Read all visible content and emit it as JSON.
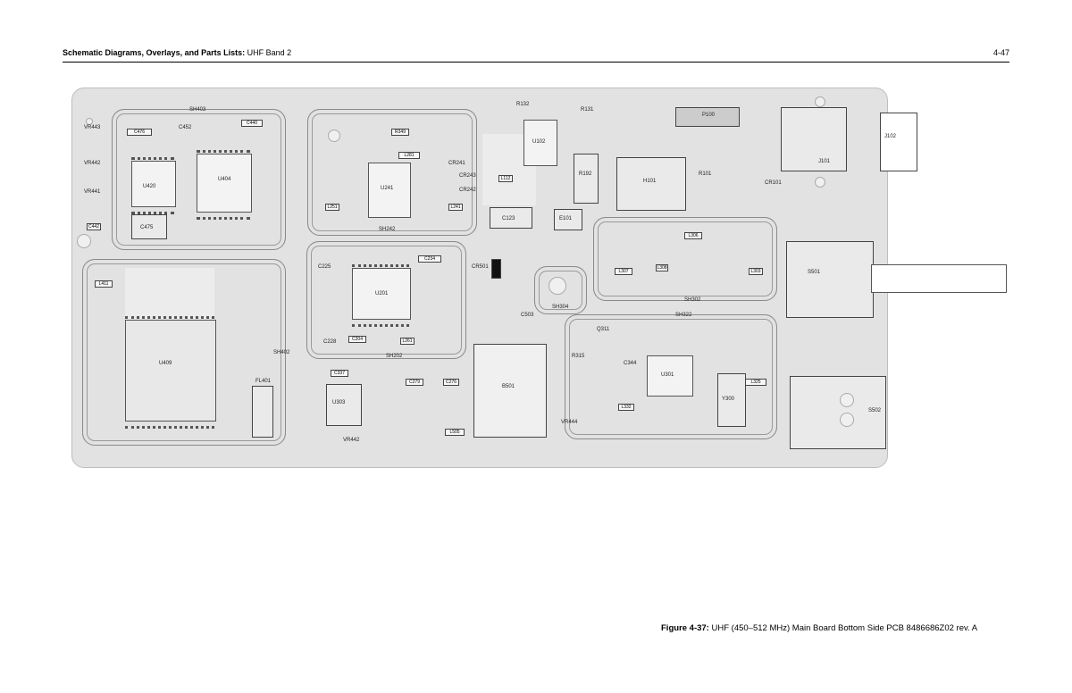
{
  "header": {
    "title_bold": "Schematic Diagrams, Overlays, and Parts Lists:",
    "title_rest": " UHF Band 2",
    "page_number": "4-47"
  },
  "figure": {
    "label": "Figure 4-37:",
    "caption": " UHF (450–512 MHz) Main Board Bottom Side PCB 8486686Z02 rev. A"
  },
  "labels": [
    "SH403",
    "U420",
    "U404",
    "C476",
    "C440",
    "C475",
    "C452",
    "SH242",
    "U241",
    "L281",
    "R349",
    "CR241",
    "CR243",
    "CR242",
    "L241",
    "L251",
    "SH202",
    "U201",
    "C234",
    "CR501",
    "U409",
    "FL401",
    "L411",
    "SH402",
    "U102",
    "H101",
    "R192",
    "L112",
    "C123",
    "E101",
    "P100",
    "J101",
    "J102",
    "CR101",
    "SH302",
    "L306",
    "L307",
    "L308",
    "L303",
    "SH304",
    "SH322",
    "U301",
    "L325",
    "L332",
    "Y300",
    "S501",
    "S502",
    "B501",
    "VR444",
    "VR442",
    "L505",
    "U303",
    "C337",
    "R131",
    "R132",
    "C225",
    "C228",
    "C204",
    "L261",
    "C276",
    "C279",
    "C503",
    "R101",
    "Q311",
    "R315",
    "C344",
    "VR441",
    "VR442",
    "VR443",
    "C442"
  ]
}
